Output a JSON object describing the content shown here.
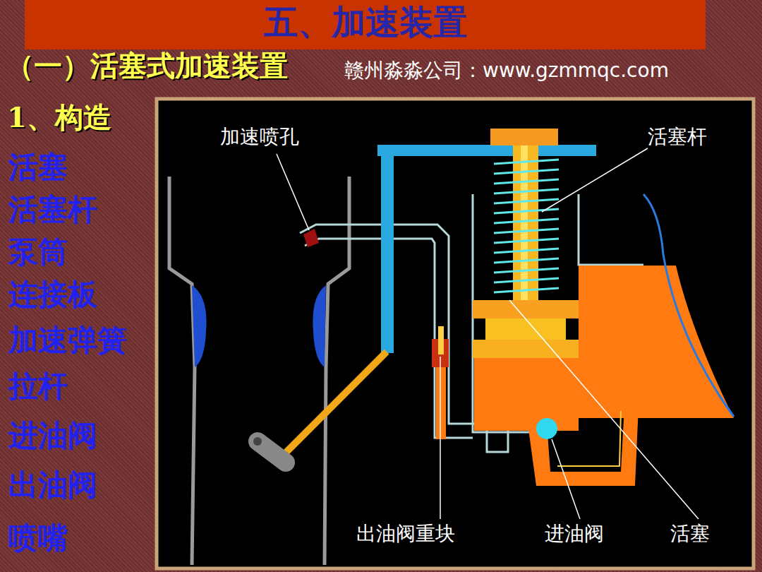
{
  "diagram": {
    "title": "五、加速装置",
    "labels": [
      "（一）活塞式加速装置",
      "赣州淼淼公司：www.gzmmqc.com",
      "1、构造",
      "活塞",
      "活塞杆",
      "泵筒",
      "连接板",
      "加速弹簧",
      "拉杆",
      "进油阀",
      "出油阀",
      "喷嘴",
      "加速喷孔",
      "活塞杆",
      "出油阀重块",
      "进油阀",
      "活塞"
    ]
  }
}
